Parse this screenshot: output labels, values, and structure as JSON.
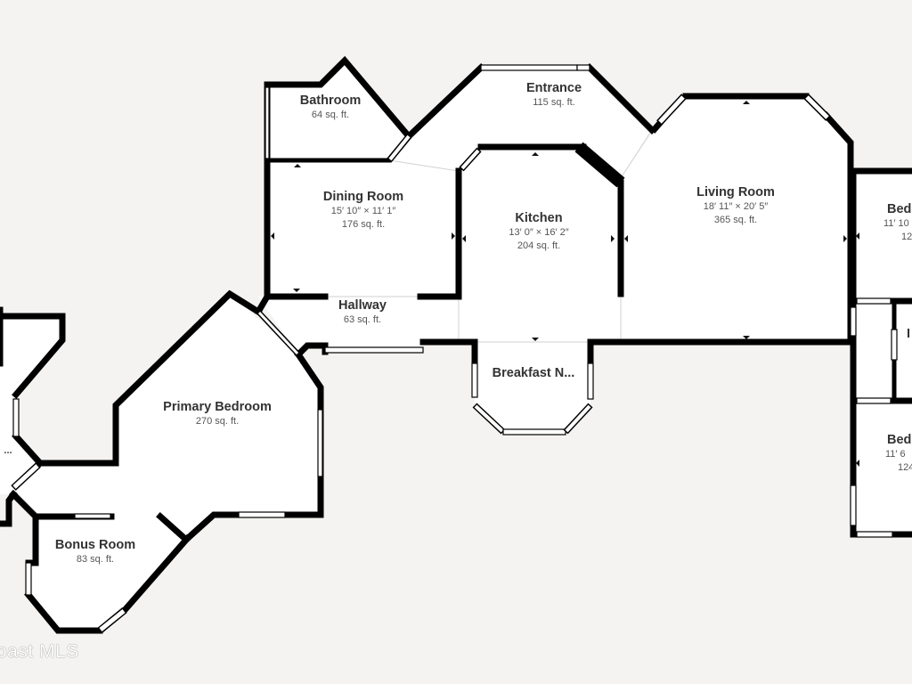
{
  "floorplan": {
    "background_color": "#f4f3f1",
    "wall_color": "#000000",
    "rooms": [
      {
        "id": "bathroom",
        "name": "Bathroom",
        "dimensions": "",
        "area": "64 sq. ft."
      },
      {
        "id": "entrance",
        "name": "Entrance",
        "dimensions": "",
        "area": "115 sq. ft."
      },
      {
        "id": "dining-room",
        "name": "Dining Room",
        "dimensions": "15′ 10″ × 11′ 1″",
        "area": "176 sq. ft."
      },
      {
        "id": "kitchen",
        "name": "Kitchen",
        "dimensions": "13′ 0″ × 16′ 2″",
        "area": "204 sq. ft."
      },
      {
        "id": "living-room",
        "name": "Living Room",
        "dimensions": "18′ 11″ × 20′ 5″",
        "area": "365 sq. ft."
      },
      {
        "id": "bedroom-right-top",
        "name": "Bed",
        "dimensions": "11′ 10",
        "area": "12"
      },
      {
        "id": "hallway",
        "name": "Hallway",
        "dimensions": "",
        "area": "63 sq. ft."
      },
      {
        "id": "breakfast-nook",
        "name": "Breakfast N...",
        "dimensions": "",
        "area": ""
      },
      {
        "id": "primary-bedroom",
        "name": "Primary Bedroom",
        "dimensions": "",
        "area": "270 sq. ft."
      },
      {
        "id": "bedroom-right-bottom",
        "name": "Bed",
        "dimensions": "11′ 6",
        "area": "124"
      },
      {
        "id": "bonus-room",
        "name": "Bonus Room",
        "dimensions": "",
        "area": "83 sq. ft."
      },
      {
        "id": "left-truncated",
        "name": "...",
        "dimensions": "",
        "area": ""
      },
      {
        "id": "right-small-room",
        "name": "I",
        "dimensions": "",
        "area": ""
      }
    ],
    "watermark": "oast MLS"
  }
}
